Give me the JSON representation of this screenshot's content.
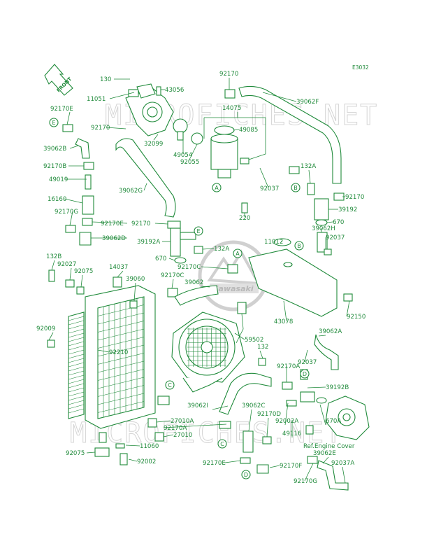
{
  "diagram_code": "E3032",
  "watermark": "MICROFICHES.NET",
  "front_label": "FRONT",
  "brand_label": "Kawasaki",
  "ref_label": "Ref.Engine Cover",
  "callouts": {
    "E": "E",
    "A": "A",
    "B": "B",
    "C": "C",
    "D": "D"
  },
  "labels": [
    {
      "id": "p130",
      "text": "130"
    },
    {
      "id": "p11051",
      "text": "11051"
    },
    {
      "id": "p43056",
      "text": "43056"
    },
    {
      "id": "p92170_a",
      "text": "92170"
    },
    {
      "id": "p14075",
      "text": "14075"
    },
    {
      "id": "p39062F",
      "text": "39062F"
    },
    {
      "id": "p92170E_a",
      "text": "92170E"
    },
    {
      "id": "p92170_b",
      "text": "92170"
    },
    {
      "id": "p49085",
      "text": "49085"
    },
    {
      "id": "p32099",
      "text": "32099"
    },
    {
      "id": "p39062B",
      "text": "39062B"
    },
    {
      "id": "p49054",
      "text": "49054"
    },
    {
      "id": "p92055",
      "text": "92055"
    },
    {
      "id": "p92170B",
      "text": "92170B"
    },
    {
      "id": "p132A",
      "text": "132A"
    },
    {
      "id": "p49019",
      "text": "49019"
    },
    {
      "id": "p39062G",
      "text": "39062G"
    },
    {
      "id": "p92037_a",
      "text": "92037"
    },
    {
      "id": "p92170_c",
      "text": "92170"
    },
    {
      "id": "p16160",
      "text": "16160"
    },
    {
      "id": "p39192",
      "text": "39192"
    },
    {
      "id": "p92170G_a",
      "text": "92170G"
    },
    {
      "id": "p220",
      "text": "220"
    },
    {
      "id": "p670_a",
      "text": "670"
    },
    {
      "id": "p92170E_b",
      "text": "92170E"
    },
    {
      "id": "p92170_d",
      "text": "92170"
    },
    {
      "id": "p39062H",
      "text": "39062H"
    },
    {
      "id": "p39062D",
      "text": "39062D"
    },
    {
      "id": "p39192A",
      "text": "39192A"
    },
    {
      "id": "p92037_b",
      "text": "92037"
    },
    {
      "id": "p11012",
      "text": "11012"
    },
    {
      "id": "p132A_b",
      "text": "132A"
    },
    {
      "id": "p132B",
      "text": "132B"
    },
    {
      "id": "p92027",
      "text": "92027"
    },
    {
      "id": "p670_b",
      "text": "670"
    },
    {
      "id": "p92170C_a",
      "text": "92170C"
    },
    {
      "id": "p92075_a",
      "text": "92075"
    },
    {
      "id": "p14037",
      "text": "14037"
    },
    {
      "id": "p39060",
      "text": "39060"
    },
    {
      "id": "p92170C_b",
      "text": "92170C"
    },
    {
      "id": "p39062",
      "text": "39062"
    },
    {
      "id": "p92150",
      "text": "92150"
    },
    {
      "id": "p43078",
      "text": "43078"
    },
    {
      "id": "p92009",
      "text": "92009"
    },
    {
      "id": "p39062A",
      "text": "39062A"
    },
    {
      "id": "p59502",
      "text": "59502"
    },
    {
      "id": "p92210",
      "text": "92210"
    },
    {
      "id": "p132",
      "text": "132"
    },
    {
      "id": "p92037_c",
      "text": "92037"
    },
    {
      "id": "p92170A_a",
      "text": "92170A"
    },
    {
      "id": "p39192B",
      "text": "39192B"
    },
    {
      "id": "p39062I",
      "text": "39062I"
    },
    {
      "id": "p39062C",
      "text": "39062C"
    },
    {
      "id": "p92170D",
      "text": "92170D"
    },
    {
      "id": "p92002A",
      "text": "92002A"
    },
    {
      "id": "p670A",
      "text": "670A"
    },
    {
      "id": "p27010A",
      "text": "27010A"
    },
    {
      "id": "p92170A_b",
      "text": "92170A"
    },
    {
      "id": "p27010",
      "text": "27010"
    },
    {
      "id": "p49116",
      "text": "49116"
    },
    {
      "id": "p11060",
      "text": "11060"
    },
    {
      "id": "p92075_b",
      "text": "92075"
    },
    {
      "id": "p92002",
      "text": "92002"
    },
    {
      "id": "p92170E_c",
      "text": "92170E"
    },
    {
      "id": "p92170F",
      "text": "92170F"
    },
    {
      "id": "p39062E",
      "text": "39062E"
    },
    {
      "id": "p92037A",
      "text": "92037A"
    },
    {
      "id": "p92170G_b",
      "text": "92170G"
    }
  ]
}
